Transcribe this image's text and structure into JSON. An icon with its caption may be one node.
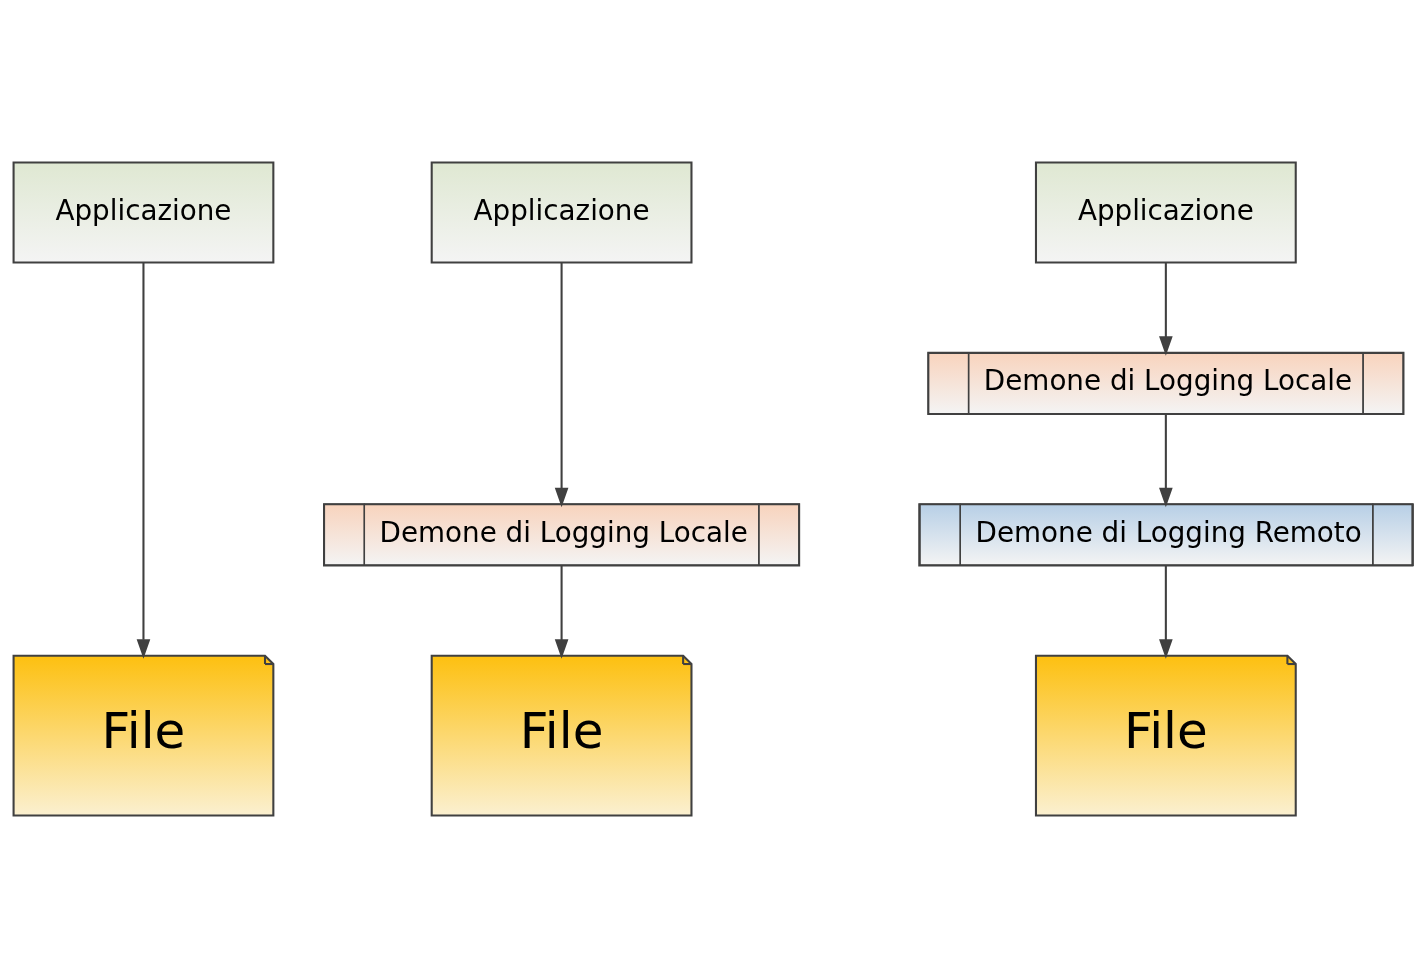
{
  "diagram": {
    "nodes": [
      {
        "text": [
          "Applicazione"
        ]
      },
      {
        "text": [
          "File"
        ]
      },
      {
        "text": [
          "Applicazione"
        ]
      },
      {
        "text": [
          "Demone di Logging Locale"
        ]
      },
      {
        "text": [
          "File"
        ]
      },
      {
        "text": [
          "Applicazione"
        ]
      },
      {
        "text": [
          "Demone di Logging Locale"
        ]
      },
      {
        "text": [
          "Demone di Logging Remoto"
        ]
      },
      {
        "text": [
          "File"
        ]
      }
    ],
    "edges": [
      {
        "from": 0,
        "to": 1,
        "arrow": "to"
      },
      {
        "from": 2,
        "to": 3,
        "arrow": "to"
      },
      {
        "from": 3,
        "to": 4,
        "arrow": "to"
      },
      {
        "from": 5,
        "to": 6,
        "arrow": "to"
      },
      {
        "from": 6,
        "to": 7,
        "arrow": "to"
      },
      {
        "from": 7,
        "to": 8,
        "arrow": "to"
      }
    ]
  }
}
